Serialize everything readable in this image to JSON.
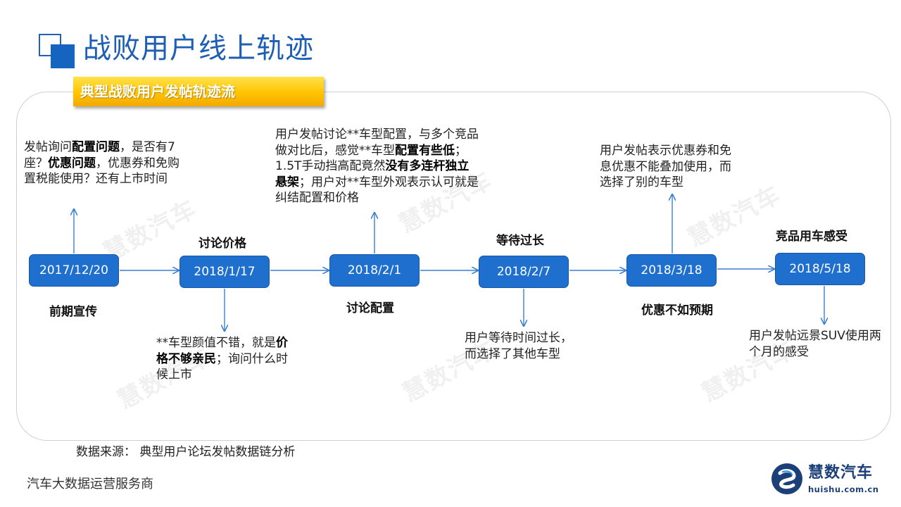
{
  "title": "战败用户线上轨迹",
  "subtitle": "典型战败用户发帖轨迹流",
  "watermark": "慧数汽车",
  "nodes": [
    {
      "date": "2017/12/20",
      "stage": "前期宣传"
    },
    {
      "date": "2018/1/17",
      "stage": "讨论价格"
    },
    {
      "date": "2018/2/1",
      "stage": "讨论配置"
    },
    {
      "date": "2018/2/7",
      "stage": "等待过长"
    },
    {
      "date": "2018/3/18",
      "stage": "优惠不如预期"
    },
    {
      "date": "2018/5/18",
      "stage": "竞品用车感受"
    }
  ],
  "notes": {
    "n1": {
      "t1": "发帖询问",
      "b1": "配置问题",
      "t2": "，是否有7座？",
      "b2": "优惠问题",
      "t3": "，优惠券和免购置税能使用？还有上市时间"
    },
    "n2": {
      "t1": "**车型颜值不错，就是",
      "b1": "价格不够亲民",
      "t2": "；询问什么时候上市"
    },
    "n3": {
      "t1": "用户发帖讨论**车型配置，与多个竞品做对比后，感觉**车型",
      "b1": "配置有些低",
      "t2": "； 1.5T手动挡高配竟然",
      "b2": "没有多连杆独立悬架",
      "t3": "；用户对**车型外观表示认可就是纠结配置和价格"
    },
    "n4": {
      "t1": "用户等待时间过长，而选择了其他车型"
    },
    "n5": {
      "t1": "用户发帖表示优惠券和免息优惠不能叠加使用，而选择了别的车型"
    },
    "n6": {
      "t1": "用户发帖远景SUV使用两个月的感受"
    }
  },
  "source": "数据来源： 典型用户论坛发帖数据链分析",
  "footer": "汽车大数据运营服务商",
  "logo": {
    "name": "慧数汽车",
    "url": "huishu.com.cn"
  },
  "colors": {
    "title": "#1e5fb3",
    "box": "#1f6fcf",
    "banner": "#ffc400",
    "arrow": "#3a7fd0"
  }
}
